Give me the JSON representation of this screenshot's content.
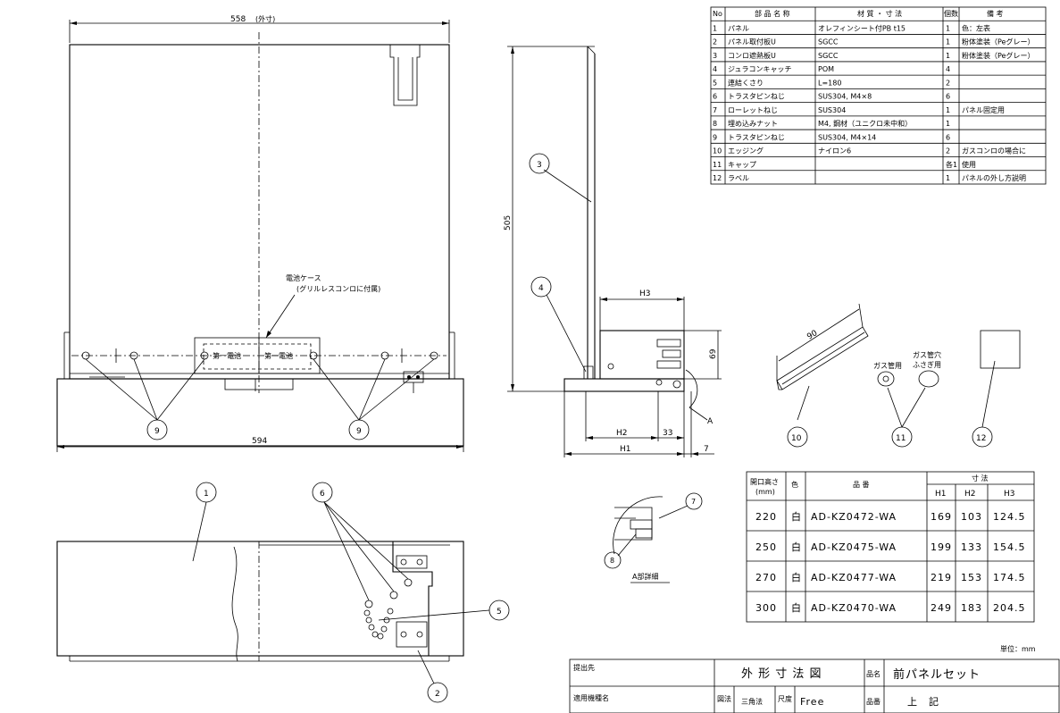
{
  "parts_table": {
    "headers": [
      "No",
      "部 品 名 称",
      "材 質 ・ 寸 法",
      "個数",
      "備 考"
    ],
    "rows": [
      {
        "no": "1",
        "name": "パネル",
        "material": "オレフィンシート付PB t15",
        "qty": "1",
        "note": "色：左表"
      },
      {
        "no": "2",
        "name": "パネル取付板U",
        "material": "SGCC",
        "qty": "1",
        "note": "粉体塗装（Peグレー）"
      },
      {
        "no": "3",
        "name": "コンロ遮熱板U",
        "material": "SGCC",
        "qty": "1",
        "note": "粉体塗装（Peグレー）"
      },
      {
        "no": "4",
        "name": "ジュラコンキャッチ",
        "material": "POM",
        "qty": "4",
        "note": ""
      },
      {
        "no": "5",
        "name": "連結くさり",
        "material": "L=180",
        "qty": "2",
        "note": ""
      },
      {
        "no": "6",
        "name": "トラスタピンねじ",
        "material": "SUS304, M4×8",
        "qty": "6",
        "note": ""
      },
      {
        "no": "7",
        "name": "ローレットねじ",
        "material": "SUS304",
        "qty": "1",
        "note": "パネル固定用"
      },
      {
        "no": "8",
        "name": "埋め込みナット",
        "material": "M4, 鋼材（ユニクロ未中和）",
        "qty": "1",
        "note": ""
      },
      {
        "no": "9",
        "name": "トラスタピンねじ",
        "material": "SUS304, M4×14",
        "qty": "6",
        "note": ""
      },
      {
        "no": "10",
        "name": "エッジング",
        "material": "ナイロン6",
        "qty": "2",
        "note": "ガスコンロの場合に"
      },
      {
        "no": "11",
        "name": "キャップ",
        "material": "",
        "qty": "各1",
        "note": "使用"
      },
      {
        "no": "12",
        "name": "ラベル",
        "material": "",
        "qty": "1",
        "note": "パネルの外し方説明"
      }
    ]
  },
  "size_table": {
    "headers": {
      "opening": "開口高さ",
      "opening_unit": "(mm)",
      "color": "色",
      "product": "品 番",
      "dims": "寸 法",
      "h1": "H1",
      "h2": "H2",
      "h3": "H3"
    },
    "rows": [
      {
        "opening": "220",
        "color": "白",
        "product": "AD-KZ0472-WA",
        "h1": "169",
        "h2": "103",
        "h3": "124.5"
      },
      {
        "opening": "250",
        "color": "白",
        "product": "AD-KZ0475-WA",
        "h1": "199",
        "h2": "133",
        "h3": "154.5"
      },
      {
        "opening": "270",
        "color": "白",
        "product": "AD-KZ0477-WA",
        "h1": "219",
        "h2": "153",
        "h3": "174.5"
      },
      {
        "opening": "300",
        "color": "白",
        "product": "AD-KZ0470-WA",
        "h1": "249",
        "h2": "183",
        "h3": "204.5"
      }
    ]
  },
  "unit_note": "単位：mm",
  "title_block": {
    "submit_label": "提出先",
    "drawing_title": "外 形 寸 法 図",
    "product_name_label": "品名",
    "product_name": "前パネルセット",
    "applicable_label": "適用機種名",
    "projection_label": "図法",
    "projection": "三角法",
    "scale_label": "尺度",
    "scale": "Free",
    "product_no_label": "品番",
    "product_no": "上　記"
  },
  "front_view": {
    "width_dim": "558",
    "width_note": "(外寸)",
    "base_width_dim": "594",
    "height_dim": "505",
    "cover_label_1": "電池ケース",
    "cover_label_2": "(グリルレスコンロに付属)",
    "box_label_left": "第一電池",
    "box_label_right": "第一電池"
  },
  "side_view": {
    "dim_h3": "H3",
    "dim_69": "69",
    "dim_h2": "H2",
    "dim_33": "33",
    "dim_h1": "H1",
    "dim_7": "7",
    "section_mark": "A"
  },
  "detail_view": {
    "caption": "A部詳細"
  },
  "accessories": {
    "edging_length": "90",
    "cap_gas_pipe": "ガス管用",
    "cap_blank_1": "ガス管穴",
    "cap_blank_2": "ふさぎ用"
  },
  "balloons": {
    "b1": "1",
    "b2": "2",
    "b3": "3",
    "b4": "4",
    "b5": "5",
    "b6": "6",
    "b7": "7",
    "b8": "8",
    "b9": "9",
    "b10": "10",
    "b11": "11",
    "b12": "12"
  }
}
